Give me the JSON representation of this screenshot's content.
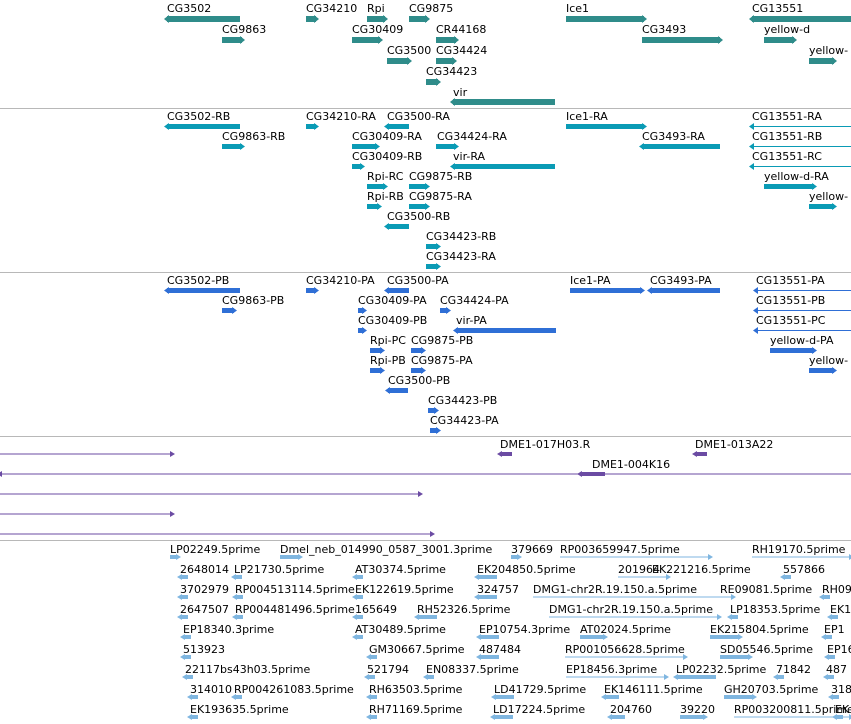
{
  "colors": {
    "gene": "#2f8c8a",
    "transcript": "#0a9bb5",
    "protein": "#2f6fd6",
    "clone": "#6b4ba3",
    "est": "#7fb6e0",
    "divider": "#b8b8b8"
  },
  "tracks": [
    {
      "name": "genes",
      "color": "#2f8c8a",
      "labels": [
        "CG3502",
        "CG9863",
        "CG34210",
        "Rpi",
        "CG30409",
        "CG9875",
        "CR44168",
        "CG3500",
        "CG34424",
        "CG34423",
        "vir",
        "Ice1",
        "CG3493",
        "CG13551",
        "yellow-d",
        "yellow-"
      ]
    },
    {
      "name": "transcripts",
      "color": "#0a9bb5",
      "labels": [
        "CG3502-RB",
        "CG9863-RB",
        "CG34210-RA",
        "CG3500-RA",
        "CG30409-RA",
        "CG34424-RA",
        "CG30409-RB",
        "vir-RA",
        "Rpi-RC",
        "CG9875-RB",
        "Rpi-RB",
        "CG9875-RA",
        "CG3500-RB",
        "CG34423-RB",
        "CG34423-RA",
        "Ice1-RA",
        "CG3493-RA",
        "CG13551-RA",
        "CG13551-RB",
        "CG13551-RC",
        "yellow-d-RA",
        "yellow-"
      ]
    },
    {
      "name": "proteins",
      "color": "#2f6fd6",
      "labels": [
        "CG3502-PB",
        "CG9863-PB",
        "CG34210-PA",
        "CG3500-PA",
        "CG30409-PA",
        "CG34424-PA",
        "CG30409-PB",
        "vir-PA",
        "Rpi-PC",
        "CG9875-PB",
        "Rpi-PB",
        "CG9875-PA",
        "CG3500-PB",
        "CG34423-PB",
        "CG34423-PA",
        "Ice1-PA",
        "CG3493-PA",
        "CG13551-PA",
        "CG13551-PB",
        "CG13551-PC",
        "yellow-d-PA",
        "yellow-"
      ]
    },
    {
      "name": "clones",
      "color": "#6b4ba3",
      "labels": [
        "DME1-017H03.R",
        "DME1-013A22",
        "DME1-004K16"
      ]
    },
    {
      "name": "ests",
      "color": "#7fb6e0",
      "labels": [
        "LP02249.5prime",
        "Dmel_neb_014990_0587_3001.3prime",
        "379669",
        "RP003659947.5prime",
        "RH19170.5prime",
        "2648014",
        "LP21730.5prime",
        "AT30374.5prime",
        "EK204850.5prime",
        "201964",
        "EK221216.5prime",
        "557866",
        "3702979",
        "RP004513114.5prime",
        "EK122619.5prime",
        "324757",
        "DMG1-chr2R.19.150.a.5prime",
        "RE09081.5prime",
        "RH09",
        "2647507",
        "RP004481496.5prime",
        "165649",
        "RH52326.5prime",
        "DMG1-chr2R.19.150.a.5prime",
        "LP18353.5prime",
        "EK1",
        "EP18340.3prime",
        "AT30489.5prime",
        "EP10754.3prime",
        "AT02024.5prime",
        "EK215804.5prime",
        "EP1",
        "513923",
        "GM30667.5prime",
        "487484",
        "RP001056628.5prime",
        "SD05546.5prime",
        "EP16",
        "22117bs43h03.5prime",
        "521794",
        "EN08337.5prime",
        "EP18456.3prime",
        "LP02232.5prime",
        "71842",
        "487",
        "314010",
        "RP004261083.5prime",
        "RH63503.5prime",
        "LD41729.5prime",
        "EK146111.5prime",
        "GH20703.5prime",
        "318",
        "EK193635.5prime",
        "RH71169.5prime",
        "LD17224.5prime",
        "204760",
        "39220",
        "RP003200811.5prime",
        "EK"
      ]
    }
  ]
}
